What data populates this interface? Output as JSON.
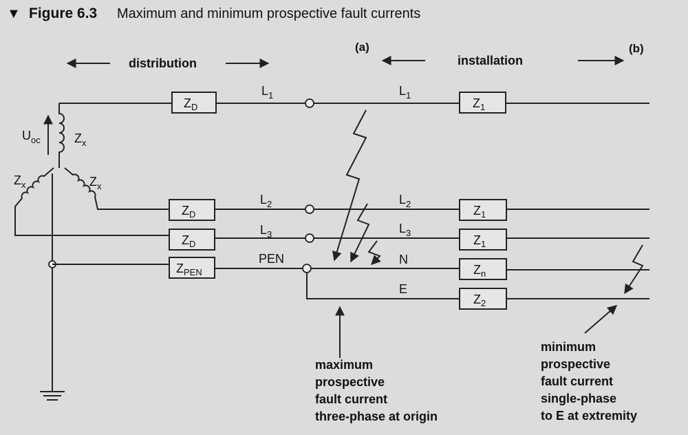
{
  "figure": {
    "marker": "▼",
    "number": "Figure 6.3",
    "caption": "Maximum and minimum prospective fault currents"
  },
  "header": {
    "point_a": "(a)",
    "point_b": "(b)",
    "distribution": "distribution",
    "installation": "installation"
  },
  "source": {
    "uoc_main": "U",
    "uoc_sub": "oc",
    "zx": "Z",
    "zx_sub": "x"
  },
  "lines": [
    {
      "label": "L",
      "sub": "1",
      "load_label": "L",
      "load_sub": "1",
      "zd": "Z",
      "zd_sub": "D",
      "zl": "Z",
      "zl_sub": "1"
    },
    {
      "label": "L",
      "sub": "2",
      "load_label": "L",
      "load_sub": "2",
      "zd": "Z",
      "zd_sub": "D",
      "zl": "Z",
      "zl_sub": "1"
    },
    {
      "label": "L",
      "sub": "3",
      "load_label": "L",
      "load_sub": "3",
      "zd": "Z",
      "zd_sub": "D",
      "zl": "Z",
      "zl_sub": "1"
    }
  ],
  "pen": {
    "label": "PEN",
    "z": "Z",
    "z_sub": "PEN"
  },
  "neutral": {
    "label": "N",
    "z": "Z",
    "z_sub": "n"
  },
  "earth": {
    "label": "E",
    "z": "Z",
    "z_sub": "2"
  },
  "annotations": {
    "max": [
      "maximum",
      "prospective",
      "fault current",
      "three-phase at origin"
    ],
    "min": [
      "minimum",
      "prospective",
      "fault current",
      "single-phase",
      "to E at extremity"
    ]
  }
}
